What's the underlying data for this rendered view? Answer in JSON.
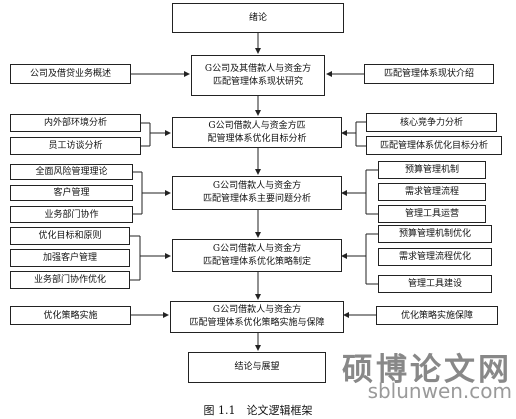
{
  "center": {
    "conclusion": "绪论",
    "overview": "G公司及其借款人与资金方\n匹配管理体系现状研究",
    "target": "G公司借款人与资金方匹\n配管理体系优化目标分析",
    "problem": "G公司借款人与资金方\n匹配管理体系主要问题分析",
    "strategy": "G公司借款人与资金方\n匹配管理体系优化策略制定",
    "implement": "G公司借款人与资金方\n匹配管理体系优化策略实施与保障",
    "final": "结论与展望"
  },
  "left": {
    "business_overview": "公司及借贷业务概述",
    "env_analysis": "内外部环境分析",
    "staff_interview": "员工访谈分析",
    "risk_theory": "全面风险管理理论",
    "customer_mgmt": "客户管理",
    "dept_coop": "业务部门协作",
    "goals_principles": "优化目标和原则",
    "strengthen_customer": "加强客户管理",
    "dept_coop_opt": "业务部门协作优化",
    "strategy_impl": "优化策略实施"
  },
  "right": {
    "status_intro": "匹配管理体系现状介绍",
    "core_competence": "核心竞争力分析",
    "opt_goal": "匹配管理体系优化目标分析",
    "budget_mech": "预算管理机制",
    "demand_process": "需求管理流程",
    "tool_ops": "管理工具运营",
    "budget_opt": "预算管理机制优化",
    "demand_opt": "需求管理流程优化",
    "tool_build": "管理工具建设",
    "strategy_guarantee": "优化策略实施保障"
  },
  "caption": "图 1.1　论文逻辑框架",
  "watermark": {
    "chinese": "硕博论文网",
    "english": "sblunwen.com"
  }
}
